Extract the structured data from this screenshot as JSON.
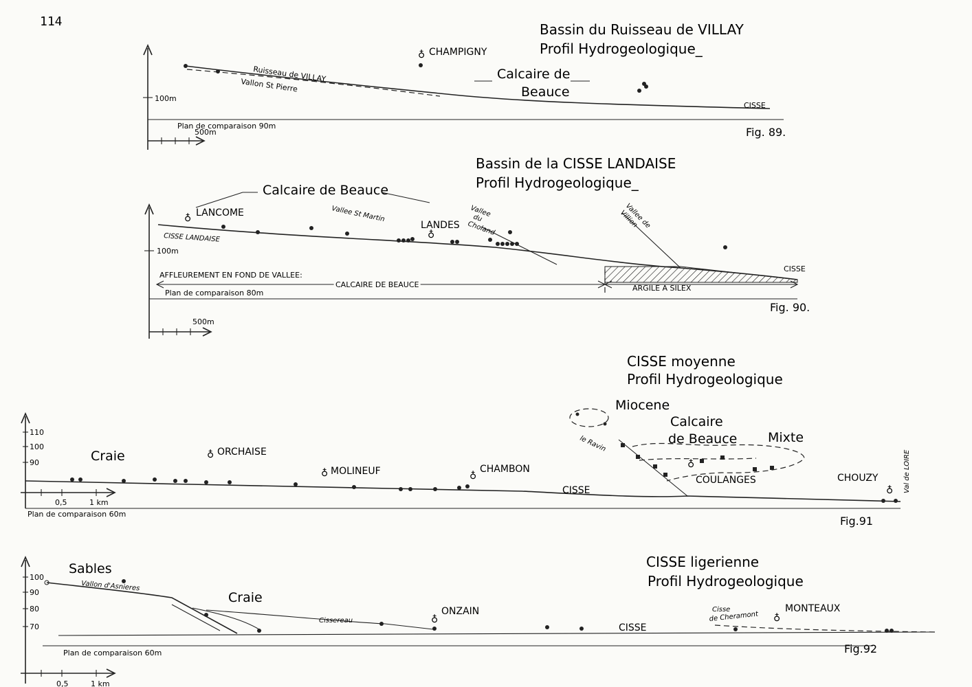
{
  "page_number": "114",
  "fig89": {
    "title1": "Bassin du Ruisseau de VILLAY",
    "title2": "Profil Hydrogeologique_",
    "stream": "Ruisseau de VILLAY",
    "vallon": "Vallon St Pierre",
    "village": "CHAMPIGNY",
    "formation1": "Calcaire de",
    "formation2": "Beauce",
    "river": "CISSE",
    "scale_v": "100m",
    "scale_h": "500m",
    "datum": "Plan de comparaison 90m",
    "fig_label": "Fig. 89."
  },
  "fig90": {
    "title1": "Bassin de la CISSE LANDAISE",
    "title2": "Profil Hydrogeologique_",
    "formation": "Calcaire de Beauce",
    "village1": "LANCOME",
    "village2": "LANDES",
    "vallee1": "Vallee St Martin",
    "vallee2a": "Vallee",
    "vallee2b": "du",
    "vallee2c": "Choland",
    "vallee3a": "Vallee de",
    "vallee3b": "Villion",
    "stream": "CISSE LANDAISE",
    "river": "CISSE",
    "scale_v": "100m",
    "scale_h": "500m",
    "outcrop": "AFFLEUREMENT EN FOND DE VALLEE:",
    "calcaire": "CALCAIRE DE BEAUCE",
    "argile": "ARGILE A SILEX",
    "datum": "Plan de comparaison 80m",
    "fig_label": "Fig. 90."
  },
  "fig91": {
    "title1": "CISSE moyenne",
    "title2": "Profil Hydrogeologique",
    "miocene": "Miocene",
    "calcaire1": "Calcaire",
    "calcaire2": "de Beauce",
    "mixte": "Mixte",
    "ravin": "le Ravin",
    "craie": "Craie",
    "village1": "ORCHAISE",
    "village2": "MOLINEUF",
    "village3": "CHAMBON",
    "village4": "COULANGES",
    "village5": "CHOUZY",
    "river": "CISSE",
    "val": "Val de LOIRE",
    "ticks": [
      "110",
      "100",
      "90"
    ],
    "scale_05": "0,5",
    "scale_1": "1 km",
    "datum": "Plan de comparaison 60m",
    "fig_label": "Fig.91"
  },
  "fig92": {
    "title1": "CISSE ligerienne",
    "title2": "Profil Hydrogeologique",
    "sables": "Sables",
    "vallon": "Vallon d'Asnieres",
    "craie": "Craie",
    "cissereau": "Cissereau",
    "village1": "ONZAIN",
    "cisse_de1": "Cisse",
    "cisse_de2": "de Cheramont",
    "village2": "MONTEAUX",
    "river": "CISSE",
    "ticks": [
      "100",
      "90",
      "80",
      "70"
    ],
    "scale_05": "0,5",
    "scale_1": "1 km",
    "datum": "Plan de comparaison 60m",
    "fig_label": "Fig.92"
  }
}
